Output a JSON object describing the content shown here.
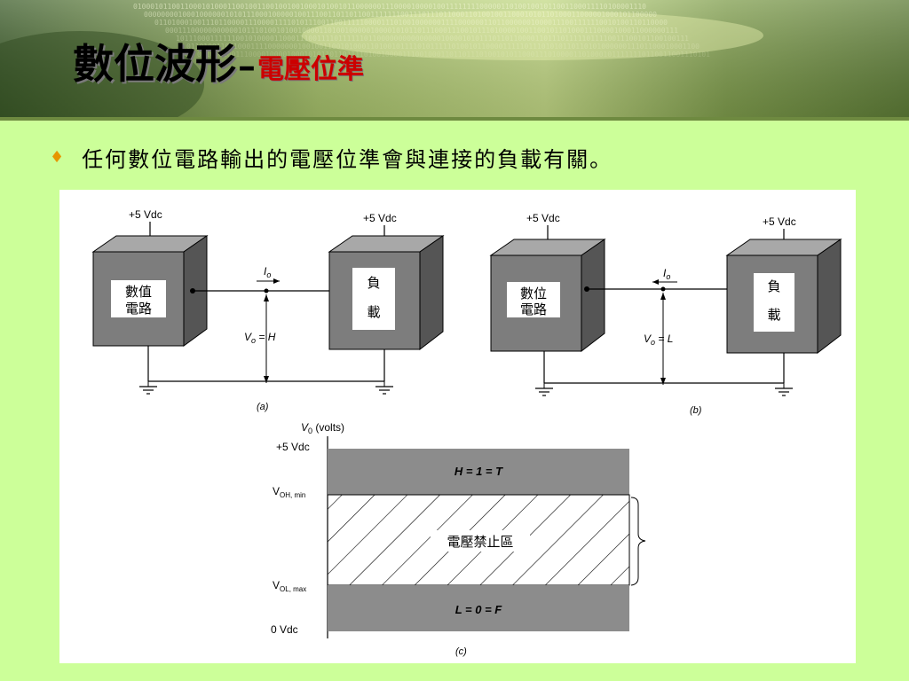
{
  "slide": {
    "title_main": "數位波形",
    "title_sep": "–",
    "title_sub": "電壓位準",
    "bullet_text": "任何數位電路輸出的電壓位準會與連接的負載有關。",
    "bullet_icon": "diamond-bullet-icon"
  },
  "diagram_a": {
    "supply_left": "+5 Vdc",
    "supply_right": "+5 Vdc",
    "circuit_label_1": "數值",
    "circuit_label_2": "電路",
    "load_label_1": "負",
    "load_label_2": "載",
    "current_label": "I",
    "current_sub": "o",
    "voltage_label": "V",
    "voltage_sub": "o",
    "voltage_value": " = H",
    "caption": "(a)"
  },
  "diagram_b": {
    "supply_left": "+5 Vdc",
    "supply_right": "+5 Vdc",
    "circuit_label_1": "數位",
    "circuit_label_2": "電路",
    "load_label_1": "負",
    "load_label_2": "載",
    "current_label": "I",
    "current_sub": "o",
    "voltage_label": "V",
    "voltage_sub": "o",
    "voltage_value": " = L",
    "caption": "(b)"
  },
  "diagram_c": {
    "axis_label": "V",
    "axis_sub": "0",
    "axis_unit": " (volts)",
    "level_top": "+5 Vdc",
    "level_oh": "V",
    "level_oh_sub": "OH, min",
    "level_ol": "V",
    "level_ol_sub": "OL, max",
    "level_bottom": "0 Vdc",
    "high_band": "H = 1 = T",
    "forbidden_band": "電壓禁止區",
    "low_band": "L = 0 = F",
    "caption": "(c)"
  },
  "colors": {
    "background": "#ccff99",
    "box_fill": "#7d7d7d",
    "band_fill": "#8c8c8c",
    "title_sub": "#cc0000",
    "bullet": "#e69500"
  }
}
